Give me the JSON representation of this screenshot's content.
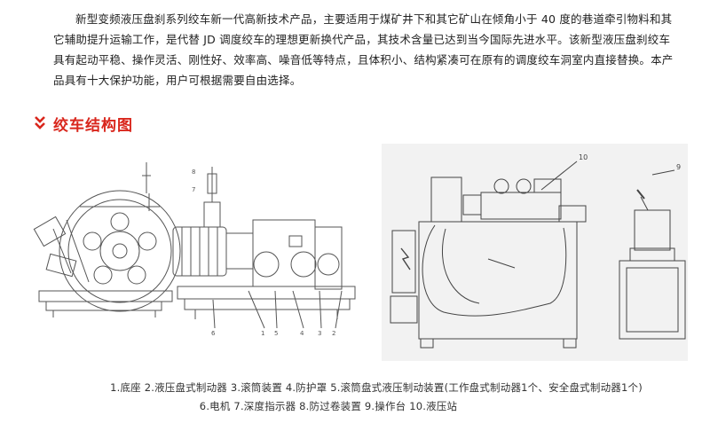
{
  "intro_text": "新型变频液压盘刹系列绞车新一代高新技术产品，主要适用于煤矿井下和其它矿山在倾角小于 40 度的巷道牵引物料和其它辅助提升运输工作，是代替 JD 调度绞车的理想更新换代产品，其技术含量已达到当今国际先进水平。该新型液压盘刹绞车具有起动平稳、操作灵活、刚性好、效率高、噪音低等特点，且体积小、结构紧凑可在原有的调度绞车洞室内直接替换。本产品具有十大保护功能，用户可根据需要自由选择。",
  "section_title": "绞车结构图",
  "icons": {
    "section_marker": "double-chevron-down-icon"
  },
  "colors": {
    "accent": "#d9261c",
    "drawing_bg": "#f2f2f2"
  },
  "captions": {
    "line1": "1.底座   2.液压盘式制动器   3.滚筒装置   4.防护罩   5.滚筒盘式液压制动装置(工作盘式制动器1个、安全盘式制动器1个)",
    "line2": "6.电机   7.深度指示器   8.防过卷装置   9.操作台   10.液压站"
  },
  "drawing_labels": {
    "left_top": [
      "8",
      "7"
    ],
    "left_bottom": [
      "6",
      "1",
      "5",
      "4",
      "3",
      "2"
    ],
    "right": [
      "10",
      "9"
    ]
  }
}
